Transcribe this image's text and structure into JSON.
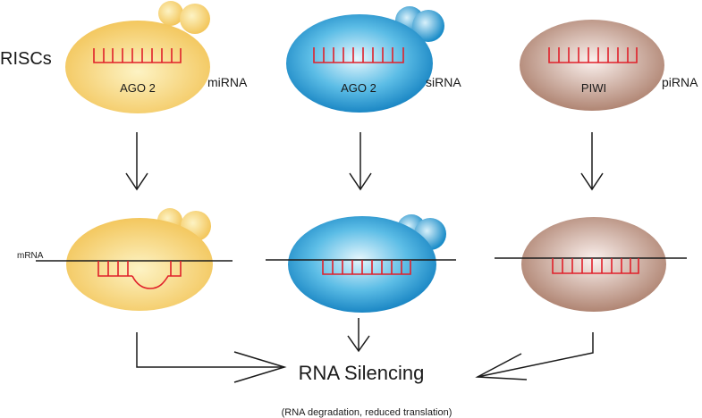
{
  "title": "RISCs",
  "complexes": [
    {
      "protein": "AGO 2",
      "rna": "miRNA",
      "color_light": "#fdf3c4",
      "color_dark": "#f3c75e"
    },
    {
      "protein": "AGO 2",
      "rna": "siRNA",
      "color_light": "#e6f7fd",
      "color_dark": "#1a8cc8"
    },
    {
      "protein": "PIWI",
      "rna": "piRNA",
      "color_light": "#fbf1ee",
      "color_dark": "#b48a78"
    }
  ],
  "mrna_label": "mRNA",
  "outcome": {
    "title": "RNA Silencing",
    "subtitle": "(RNA degradation, reduced translation)"
  },
  "colors": {
    "rna_strand": "#e0202a",
    "line": "#1a1a1a"
  }
}
